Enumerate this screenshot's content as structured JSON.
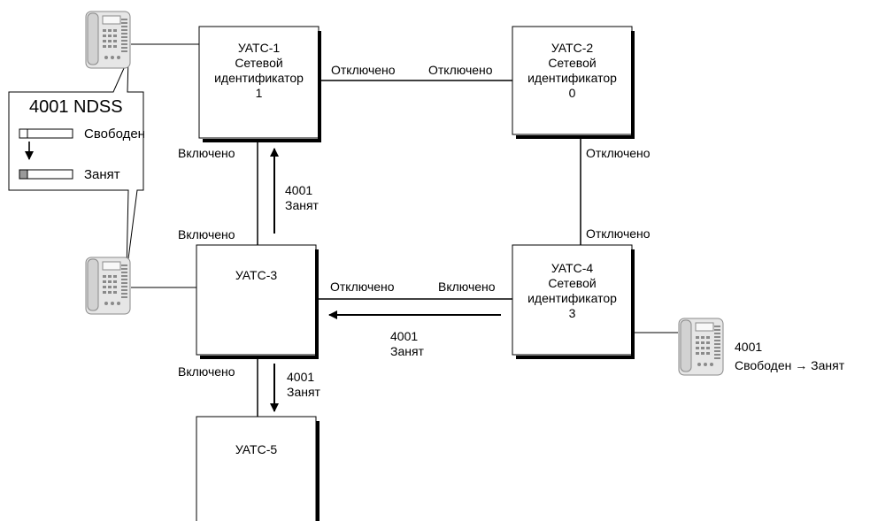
{
  "pbx": {
    "u1": {
      "name": "УАТС-1",
      "line2": "Сетевой",
      "line3": "идентификатор",
      "id": "1"
    },
    "u2": {
      "name": "УАТС-2",
      "line2": "Сетевой",
      "line3": "идентификатор",
      "id": "0"
    },
    "u3": {
      "name": "УАТС-3"
    },
    "u4": {
      "name": "УАТС-4",
      "line2": "Сетевой",
      "line3": "идентификатор",
      "id": "3"
    },
    "u5": {
      "name": "УАТС-5"
    }
  },
  "links": {
    "u1_u2_left": "Отключено",
    "u1_u2_right": "Отключено",
    "u1_u3_top": "Включено",
    "u1_u3_bottom": "Включено",
    "u2_u4_top": "Отключено",
    "u2_u4_bottom": "Отключено",
    "u3_u4_left": "Отключено",
    "u3_u4_right": "Включено",
    "u3_u5": "Включено"
  },
  "messages": {
    "u3_to_u1": {
      "number": "4001",
      "status": "Занят"
    },
    "u4_to_u3": {
      "number": "4001",
      "status": "Занят"
    },
    "u3_to_u5": {
      "number": "4001",
      "status": "Занят"
    }
  },
  "callout": {
    "title": "4001 NDSS",
    "free": "Свободен",
    "busy": "Занят"
  },
  "phone_u4": {
    "number": "4001",
    "from": "Свободен",
    "arrow": "→",
    "to": "Занят"
  }
}
